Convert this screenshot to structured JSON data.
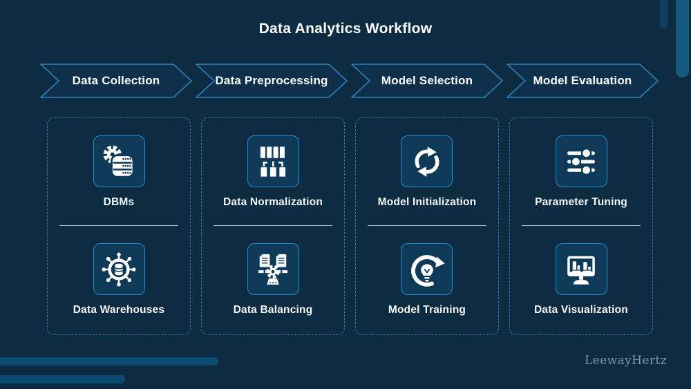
{
  "title": "Data Analytics Workflow",
  "brand": "LeewayHertz",
  "colors": {
    "bg": "#0d2c42",
    "accent": "#2e82bc",
    "tile_fill": "#0e3a58",
    "tile_border": "#1e8fd0",
    "text": "#f5f8fa",
    "decor": "#0b4c70",
    "decor_light": "#15597f",
    "decor_dark": "#0f3e5e",
    "brand_color": "#7e98a9"
  },
  "stages": [
    {
      "label": "Data Collection",
      "items": [
        {
          "label": "DBMs",
          "icon": "dbms-icon"
        },
        {
          "label": "Data Warehouses",
          "icon": "data-warehouses-icon"
        }
      ]
    },
    {
      "label": "Data Preprocessing",
      "items": [
        {
          "label": "Data Normalization",
          "icon": "data-normalization-icon"
        },
        {
          "label": "Data Balancing",
          "icon": "data-balancing-icon"
        }
      ]
    },
    {
      "label": "Model Selection",
      "items": [
        {
          "label": "Model Initialization",
          "icon": "model-initialization-icon"
        },
        {
          "label": "Model Training",
          "icon": "model-training-icon"
        }
      ]
    },
    {
      "label": "Model Evaluation",
      "items": [
        {
          "label": "Parameter Tuning",
          "icon": "parameter-tuning-icon"
        },
        {
          "label": "Data Visualization",
          "icon": "data-visualization-icon"
        }
      ]
    }
  ]
}
